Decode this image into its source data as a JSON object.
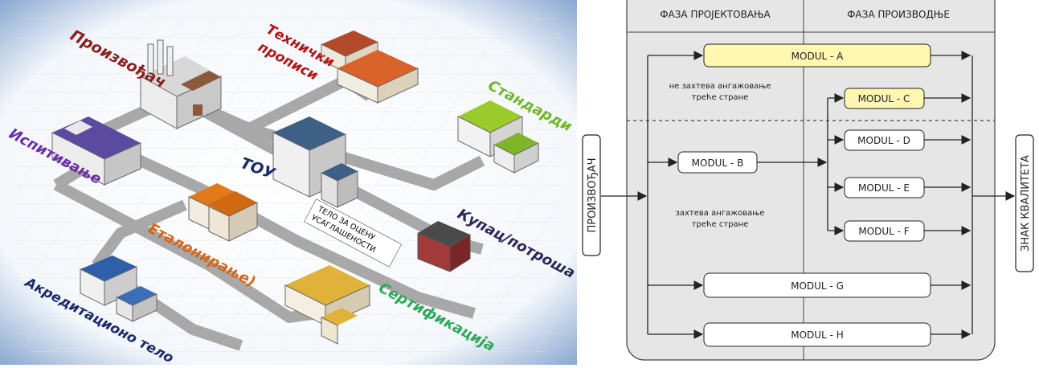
{
  "left": {
    "labels": {
      "manufacturer": "Произвођач",
      "regulations_line1": "Технички",
      "regulations_line2": "прописи",
      "standards": "Стандарди",
      "testing": "Испитивање",
      "tou": "ТОУ",
      "body_line1": "ТЕЛО ЗА ОЦЕНУ",
      "body_line2": "УСАГЛАШЕНОСТИ",
      "buyer": "Купац/потроша",
      "calibration": "Еталонирање)",
      "accreditation": "Акредитационо тело",
      "certification": "Сертификација"
    },
    "colors": {
      "manufacturer": "#8a1f1f",
      "regulations": "#b01818",
      "standards": "#72b62a",
      "testing": "#6b2fa8",
      "tou": "#1b2a6a",
      "buyer": "#2a2855",
      "calibration": "#d4661a",
      "accreditation": "#1a2a6a",
      "certification": "#2fa85a"
    }
  },
  "right": {
    "phase_design": "ФАЗА ПРОЈЕКТОВАЊА",
    "phase_production": "ФАЗА ПРОИЗВОДЊЕ",
    "manufacturer": "ПРОИЗВОЂАЧ",
    "quality_mark": "ЗНАК КВАЛИТЕТА",
    "note_top_line1": "не захтева ангажовање",
    "note_top_line2": "треће стране",
    "note_bottom_line1": "захтева ангажовање",
    "note_bottom_line2": "треће стране",
    "modules": {
      "a": "MODUL - A",
      "b": "MODUL - B",
      "c": "MODUL - C",
      "d": "MODUL - D",
      "e": "MODUL - E",
      "f": "MODUL - F",
      "g": "MODUL - G",
      "h": "MODUL - H"
    },
    "colors": {
      "highlight": "#fff6b0",
      "panel": "#e6e6e6"
    }
  }
}
